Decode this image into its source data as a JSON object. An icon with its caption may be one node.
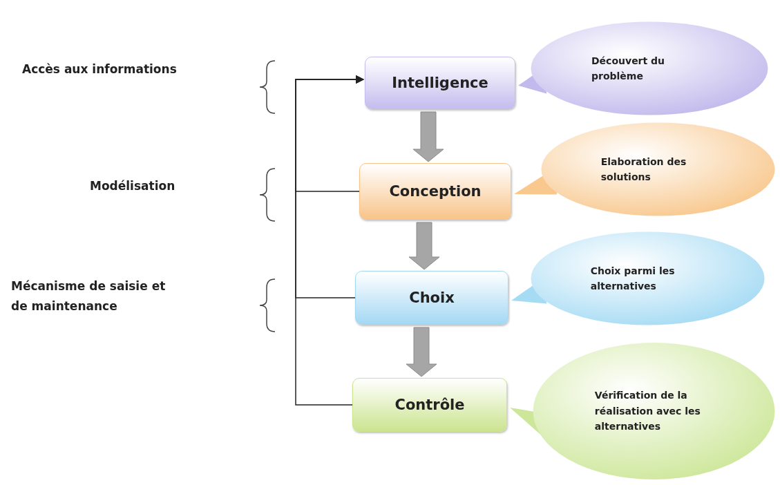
{
  "diagram": {
    "nodes": [
      {
        "text": [
          "Intelligence"
        ]
      },
      {
        "text": [
          "Découvert du problème"
        ]
      },
      {
        "text": [
          "Conception"
        ]
      },
      {
        "text": [
          "Elaboration des solutions"
        ]
      },
      {
        "text": [
          "Choix"
        ]
      },
      {
        "text": [
          "Choix parmi les alternatives"
        ]
      },
      {
        "text": [
          "Contrôle"
        ]
      },
      {
        "text": [
          "Vérification de la réalisation avec les alternatives"
        ]
      }
    ],
    "edges": [
      {
        "from": 0,
        "to": 2,
        "arrow": "to",
        "style": "thick",
        "color": "#a6a6a6"
      },
      {
        "from": 2,
        "to": 4,
        "arrow": "to",
        "style": "thick",
        "color": "#a6a6a6"
      },
      {
        "from": 4,
        "to": 6,
        "arrow": "to",
        "style": "thick",
        "color": "#a6a6a6"
      },
      {
        "from": 6,
        "to": 0,
        "arrow": "to"
      },
      {
        "from": 2,
        "to": 0,
        "arrow": "to"
      },
      {
        "from": 4,
        "to": 0,
        "arrow": "to"
      },
      {
        "from": 1,
        "to": 0,
        "arrow": "to"
      },
      {
        "from": 3,
        "to": 2,
        "arrow": "to"
      },
      {
        "from": 5,
        "to": 4,
        "arrow": "to"
      },
      {
        "from": 7,
        "to": 6,
        "arrow": "to"
      }
    ],
    "labels": [
      "Accès aux informations",
      "Modélisation",
      "Mécanisme de saisie et de maintenance"
    ]
  }
}
